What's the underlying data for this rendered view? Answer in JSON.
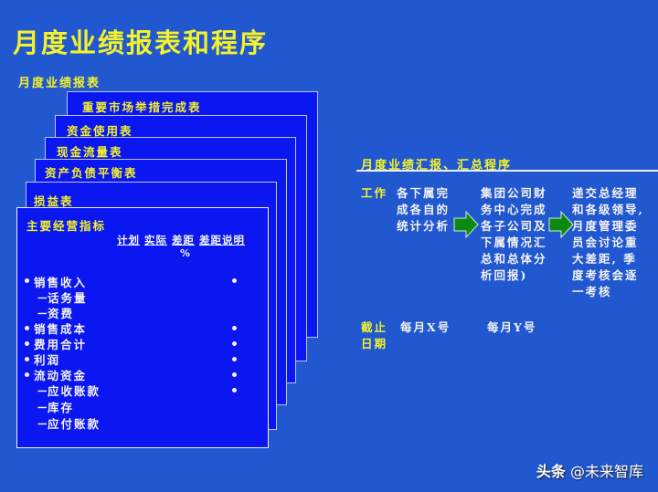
{
  "page": {
    "title": "月度业绩报表和程序"
  },
  "left_panel": {
    "heading": "月度业绩报表",
    "stacked_reports": [
      "重要市场举措完成表",
      "资金使用表",
      "现金流量表",
      "资产负债平衡表",
      "损益表"
    ],
    "front_report": {
      "title": "主要经营指标",
      "columns": [
        "计划",
        "实际",
        "差距",
        "差距说明"
      ],
      "percent_note": "%",
      "rows": [
        {
          "label": "销售收入",
          "level": 0,
          "bullet": true,
          "marker": true
        },
        {
          "label": "话务量",
          "level": 1,
          "bullet": false,
          "marker": false
        },
        {
          "label": "资费",
          "level": 1,
          "bullet": false,
          "marker": false
        },
        {
          "label": "销售成本",
          "level": 0,
          "bullet": true,
          "marker": true
        },
        {
          "label": "费用合计",
          "level": 0,
          "bullet": true,
          "marker": true
        },
        {
          "label": "利润",
          "level": 0,
          "bullet": true,
          "marker": true
        },
        {
          "label": "流动资金",
          "level": 0,
          "bullet": true,
          "marker": true
        },
        {
          "label": "应收账款",
          "level": 1,
          "bullet": false,
          "marker": true
        },
        {
          "label": "库存",
          "level": 1,
          "bullet": false,
          "marker": false
        },
        {
          "label": "应付账款",
          "level": 1,
          "bullet": false,
          "marker": false
        }
      ],
      "dash": "－"
    }
  },
  "right_panel": {
    "heading": "月度业绩汇报、汇总程序",
    "rows": [
      {
        "label_lines": [
          "工作"
        ],
        "steps": [
          [
            "各下属完",
            "成各自的",
            "统计分析"
          ],
          [
            "集团公司财",
            "务中心完成",
            "各子公司及",
            "下属情况汇",
            "总和总体分",
            "析回报)"
          ],
          [
            "递交总经理",
            "和各级领导,",
            "月度管理委",
            "员会讨论重",
            "大差距, 季",
            "度考核会逐",
            "一考核"
          ]
        ]
      },
      {
        "label_lines": [
          "截止",
          "日期"
        ],
        "deadlines": [
          "每月X号",
          "每月Y号"
        ]
      }
    ]
  },
  "colors": {
    "background": "#2158cf",
    "card": "#0a17f0",
    "title_yellow": "#f4f22a",
    "arrow_green": "#0b8a12"
  },
  "watermark": {
    "brand": "头条",
    "account": "@未来智库"
  }
}
